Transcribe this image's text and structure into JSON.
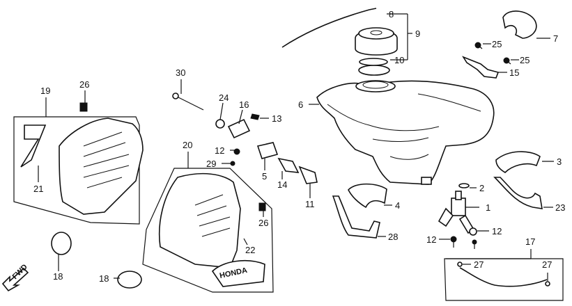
{
  "diagram": {
    "orientation_label": "FWD",
    "callouts": {
      "c1": "1",
      "c2": "2",
      "c3": "3",
      "c4": "4",
      "c5": "5",
      "c6": "6",
      "c7": "7",
      "c8": "8",
      "c9": "9",
      "c10": "10",
      "c11": "11",
      "c12a": "12",
      "c12b": "12",
      "c12c": "12",
      "c13": "13",
      "c14": "14",
      "c15": "15",
      "c16": "16",
      "c17": "17",
      "c18a": "18",
      "c18b": "18",
      "c19": "19",
      "c20": "20",
      "c21": "21",
      "c22": "22",
      "c23": "23",
      "c24": "24",
      "c25a": "25",
      "c25b": "25",
      "c26a": "26",
      "c26b": "26",
      "c27a": "27",
      "c27b": "27",
      "c28": "28",
      "c29": "29",
      "c30": "30"
    },
    "decal_text": "HONDA"
  }
}
